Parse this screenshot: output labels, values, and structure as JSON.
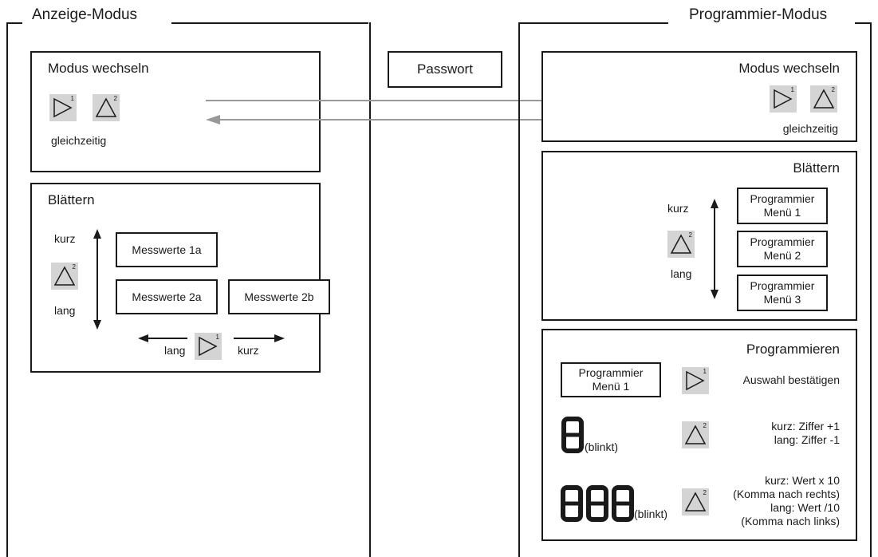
{
  "left_mode": {
    "title": "Anzeige-Modus",
    "modus_box": {
      "title": "Modus wechseln",
      "note": "gleichzeitig",
      "key1_sup": "1",
      "key2_sup": "2"
    },
    "blaettern_box": {
      "title": "Blättern",
      "kurz": "kurz",
      "lang": "lang",
      "menu_a": "Messwerte 1a",
      "menu_b": "Messwerte 2a",
      "menu_c": "Messwerte 2b",
      "bottom_lang": "lang",
      "bottom_kurz": "kurz",
      "key_up_sup": "2",
      "key_right_sup": "1"
    }
  },
  "center": {
    "password": "Passwort"
  },
  "right_mode": {
    "title": "Programmier-Modus",
    "modus_box": {
      "title": "Modus wechseln",
      "note": "gleichzeitig",
      "key1_sup": "1",
      "key2_sup": "2"
    },
    "blaettern_box": {
      "title": "Blättern",
      "kurz": "kurz",
      "lang": "lang",
      "key_sup": "2",
      "menus": [
        {
          "line1": "Programmier",
          "line2": "Menü 1"
        },
        {
          "line1": "Programmier",
          "line2": "Menü 2"
        },
        {
          "line1": "Programmier",
          "line2": "Menü 3"
        }
      ]
    },
    "programmieren_box": {
      "title": "Programmieren",
      "menu": {
        "line1": "Programmier",
        "line2": "Menü 1"
      },
      "confirm": "Auswahl bestätigen",
      "digit1_label": "(blinkt)",
      "digit1_desc1": "kurz: Ziffer +1",
      "digit1_desc2": "lang: Ziffer -1",
      "digit3_label": "(blinkt)",
      "digit3_desc1": "kurz: Wert x 10",
      "digit3_desc2": "(Komma nach rechts)",
      "digit3_desc3": "lang: Wert /10",
      "digit3_desc4": "(Komma nach links)",
      "key_right_sup": "1",
      "key_up1_sup": "2",
      "key_up2_sup": "2"
    }
  },
  "colors": {
    "line": "#1a1a1a",
    "key_bg": "#d4d4d4",
    "arrow_gray": "#999999"
  },
  "icons": [
    "play-right-icon",
    "triangle-up-icon",
    "seven-segment-digit-icon"
  ]
}
